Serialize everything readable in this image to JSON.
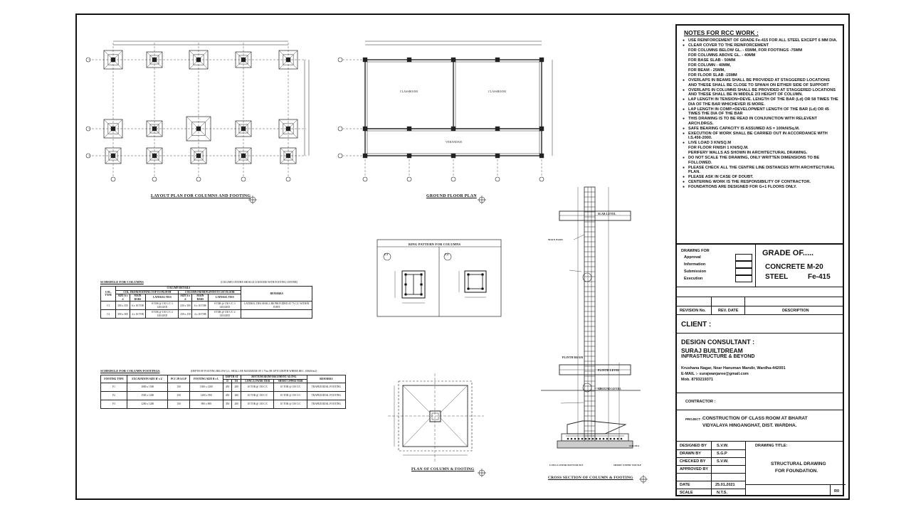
{
  "drawing": {
    "captions": {
      "layout_plan": "LAYOUT PLAN FOR COLUMNS AND FOOTING",
      "ground_floor_plan": "GROUND FLOOR PLAN",
      "ring_pattern": "RING PATTERN FOR COLUMNS",
      "plan_column_footing": "PLAN OF COLUMN & FOOTING",
      "cross_section": "CROSS SECTION OF COLUMN & FOOTING"
    },
    "ground_floor_labels": [
      "CLASSROOM",
      "CLASSROOM",
      "VERANDAH"
    ],
    "section_labels": {
      "slab_level": "SLAB LEVEL",
      "plinth_beam": "PLINTH BEAM",
      "plinth_level": "PLINTH LEVEL",
      "ground_level": "GROUND LEVEL",
      "soling": "SOLING",
      "main_bars": "MAIN BARS",
      "long_lower": "LONG LOWER BOTTOM B.P",
      "short_upper": "SHORT UPPER TOP B.P"
    },
    "ring_labels": [
      "C1",
      "C2"
    ]
  },
  "column_schedule": {
    "title": "SCHEDULE FOR COLUMNS",
    "note": "(COLUMN CENTRE SHOULD COINCIDE WITH FOOTING CENTRE)",
    "group_header": "COLUMN DETAILS",
    "sub_headers": [
      "COL. FROM FOOTING TOP TO PLINTH",
      "COLUMN FROM PLINTH TO 1ST FLOOR"
    ],
    "columns": [
      "COL. TYPE",
      "SIZE b x d",
      "MAIN BARS",
      "LATERAL TIES",
      "SIZE b x d",
      "MAIN BARS",
      "LATERAL TIES",
      "REMARKS"
    ],
    "rows": [
      [
        "C1",
        "300 x 350",
        "6 x 16 TOR",
        "8 TOR @ 150 C/C 3 LEGGED",
        "230 x 300",
        "6 x 16 TOR",
        "8 TOR @ 150 C/C 3 LEGGED",
        "LATERAL TIES SHALL BE PROVIDED AT 75 C/C WITHIN JOINT"
      ],
      [
        "C2",
        "300 x 300",
        "4 x 16 TOR",
        "8 TOR @ 150 C/C 2 LEGGED",
        "230 x 230",
        "4 x 16 TOR",
        "8 TOR @ 150 C/C 2 LEGGED",
        ""
      ]
    ]
  },
  "footing_schedule": {
    "title": "SCHEDULE FOR COLUMN FOOTINGS",
    "note": "(DEPTH OF FOOTING BELOW G.L. SHALL BE MAXIMUM OF 1.75m OR UPTO DEPTH WHERE BEC. 100kN/m2)",
    "columns": [
      "FOOTING TYPE",
      "EXCAVATION SIZE B' x L'",
      "PCC IN S.O.P",
      "FOOTING SIZE B x L",
      "D",
      "D1",
      "LONG LOWER TIER",
      "SHORT UPPER TIER",
      "REMARKS"
    ],
    "depth_header": "DEPTH AT",
    "bottom_header": "BOTTOM REINFORCEMENT ALONG",
    "rows": [
      [
        "F1",
        "1800 x 1500",
        "150",
        "1500 x 1200",
        "450",
        "200",
        "10 TOR @ 150 C/C",
        "10 TOR @ 150 C/C",
        "TRAPEZOIDAL FOOTING"
      ],
      [
        "F2",
        "1500 x 1200",
        "150",
        "1200 x 900",
        "450",
        "200",
        "10 TOR @ 150 C/C",
        "10 TOR @ 150 C/C",
        "TRAPEZOIDAL FOOTING"
      ],
      [
        "F3",
        "1200 x 1200",
        "150",
        "900 x 900",
        "350",
        "200",
        "10 TOR @ 150 C/C",
        "10 TOR @ 150 C/C",
        "TRAPEZOIDAL FOOTING"
      ]
    ]
  },
  "notes": {
    "title": "NOTES FOR RCC WORK :",
    "items": [
      {
        "t": "USE REINFORCEMENT OF GRADE Fe-415 FOR ALL STEEL EXCEPT 6 MM DIA.",
        "sub": false
      },
      {
        "t": "CLEAR COVER TO THE REINFORCEMENT",
        "sub": false
      },
      {
        "t": "FOR COLUMNS BELOW GL. - 65MM, FOR FOOTINGS -75MM",
        "sub": true
      },
      {
        "t": "FOR COLUMNS ABOVE GL. - 40MM",
        "sub": true
      },
      {
        "t": "FOR BASE SLAB - 50MM",
        "sub": true
      },
      {
        "t": "FOR COLUMN - 40MM,",
        "sub": true
      },
      {
        "t": "FOR BEAM - 25MM,",
        "sub": true
      },
      {
        "t": "FOR FLOOR SLAB -15MM",
        "sub": true
      },
      {
        "t": "OVERLAPS IN BEAMS SHALL BE PROVIDED AT STAGGERED LOCATIONS AND THESE SHALL BE CLOSE TO SPAN/4 ON EITHER SIDE OF SUPPORT",
        "sub": false
      },
      {
        "t": "OVERLAPS IN COLUMNS SHALL BE PROVIDED AT STAGGERED LOCATIONS AND THESE SHALL BE IN MIDDLE 2/3 HEIGHT OF COLUMN.",
        "sub": false
      },
      {
        "t": "LAP LENGTH IN TENSION=DEVE. LENGTH OF THE BAR (Ld) OR 58 TIMES THE DIA OF THE BAR WHICHEVER IS MORE.",
        "sub": false
      },
      {
        "t": "LAP LENGTH IN COMP.=DEVELOPMENT LENGTH OF THE BAR (Ld) OR 45 TIMES THE DIA OF THE BAR",
        "sub": false
      },
      {
        "t": "THIS DRAWING IS TO BE READ IN CONJUNCTION WITH RELEVENT ARCH.DRGS.",
        "sub": false
      },
      {
        "t": "SAFE BEARING CAPACITY IS ASSUMED AS = 100kN/Sq.M.",
        "sub": false
      },
      {
        "t": "EXECUTION OF WORK SHALL BE CARRIED OUT IN ACCORDANCE WITH I.S.456-2000.",
        "sub": false
      },
      {
        "t": "LIVE LOAD 3 KN/SQ.M",
        "sub": false
      },
      {
        "t": "FOR FLOOR FINISH 1 KN/SQ.M.",
        "sub": true
      },
      {
        "t": "PERIFERY WALLS AS SHOWN IN ARCHITECTURAL DRAWING.",
        "sub": true
      },
      {
        "t": "DO NOT SCALE THE DRAWING, ONLY WRITTEN DIMENSIONS TO BE FOLLOWED.",
        "sub": false
      },
      {
        "t": "PLEASE CHECK ALL THE CENTRE LINE DISTANCES WITH ARCHITECTURAL PLAN.",
        "sub": false
      },
      {
        "t": "PLEASE ASK IN CASE OF DOUBT.",
        "sub": false
      },
      {
        "t": "CENTERING WORK IS THE RESPONSIBILITY OF CONTRACTOR.",
        "sub": false
      },
      {
        "t": "FOUNDATIONS ARE DESIGNED FOR G+1 FLOORS ONLY.",
        "sub": false
      }
    ]
  },
  "title_block": {
    "drawing_for": "DRAWING FOR",
    "purposes": [
      "Approval",
      "Information",
      "Submission",
      "Execution"
    ],
    "grade_title": "GRADE OF.....",
    "concrete": "CONCRETE M-20",
    "steel_label": "STEEL",
    "steel_value": "Fe-415",
    "revision_no": "REVISION No.",
    "rev_date": "REV. DATE",
    "description": "DESCRIPTION",
    "client": "CLIENT :",
    "consultant_label": "DESIGN CONSULTANT :",
    "company": "SURAJ BUILTDREAM",
    "tagline": "INFRASTRUCTURE & BEYOND",
    "address": "Krushana Nagar, Near Hanuman Mandir, Wardha-442001",
    "email": "E-MAIL :- surajwanjaree@gmail.com",
    "mobile": "Mob. 8793219371",
    "contractor": "CONTRACTOR :",
    "project_label": "PROJECT :",
    "project_line1": "CONSTRUCTION OF CLASS ROOM AT BHARAT",
    "project_line2": "VIDYALAYA HINGANGHAT, DIST. WARDHA.",
    "designed_by": "DESIGNED BY",
    "designed_val": "S.V.W.",
    "drawn_by": "DRAWN BY",
    "drawn_val": "S.G.P",
    "checked_by": "CHECKED BY",
    "checked_val": "S.V.W.",
    "approved_by": "APPROVED BY",
    "approved_val": "",
    "date_label": "DATE",
    "date_val": "25.01.2021",
    "scale_label": "SCALE",
    "scale_val": "N.T.S.",
    "drawing_title_label": "DRAWING TITLE:",
    "drawing_title_1": "STRUCTURAL DRAWING",
    "drawing_title_2": "FOR FOUNDATION.",
    "sheet_code": "R0"
  }
}
